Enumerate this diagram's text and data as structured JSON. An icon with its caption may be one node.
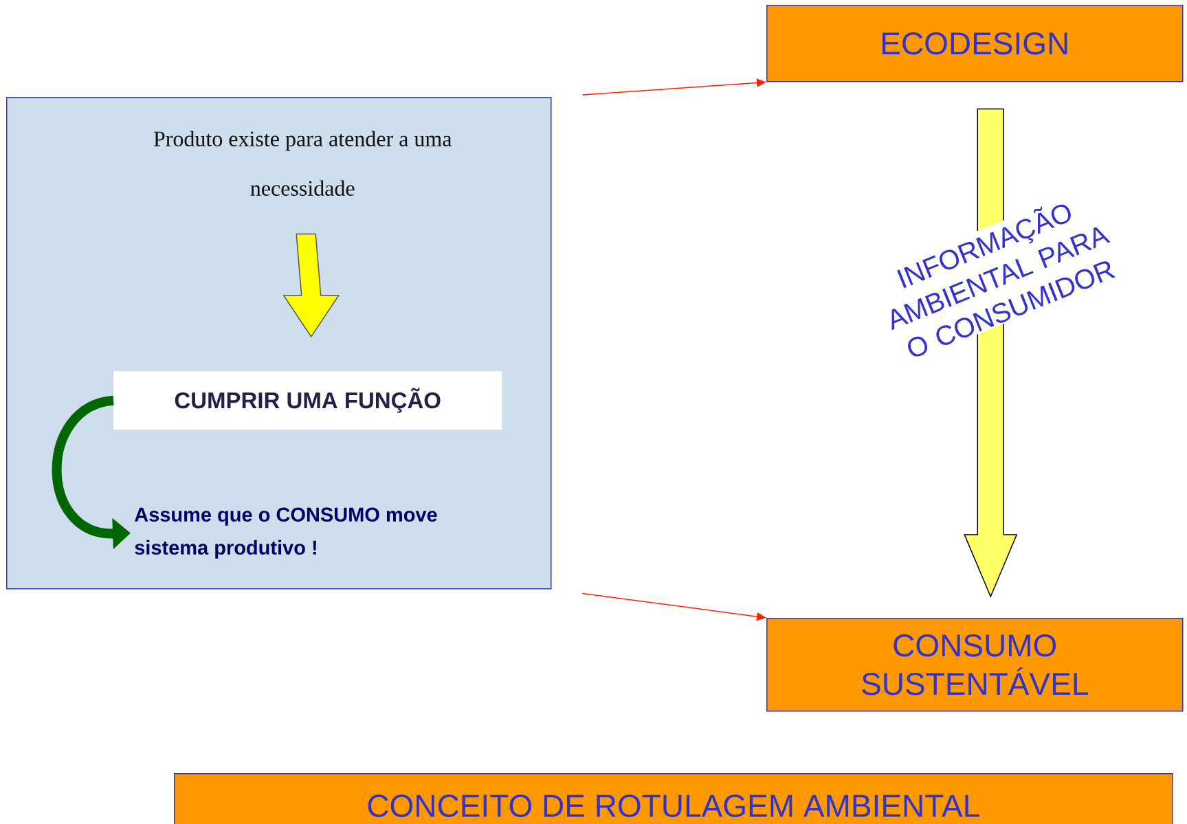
{
  "diagram": {
    "nodes": [
      {
        "text": [],
        "shape": "box"
      },
      {
        "text": [
          "Produto existe para atender a uma necessidade"
        ],
        "in": 0
      },
      {
        "text": [
          "CUMPRIR UMA FUNÇÃO"
        ],
        "in": 0
      },
      {
        "text": [
          "Assume que o CONSUMO move sistema produtivo !"
        ],
        "in": 0
      },
      {
        "text": [
          "ECODESIGN"
        ]
      },
      {
        "text": [
          "CONSUMO SUSTENTÁVEL"
        ]
      },
      {
        "text": [
          "CONCEITO DE ROTULAGEM AMBIENTAL"
        ]
      }
    ],
    "edges": [
      {
        "from": 1,
        "to": 2,
        "arrow": "to",
        "style": "thick",
        "color": "#ffff00"
      },
      {
        "from": 2,
        "to": 3,
        "arrow": "to",
        "style": "thick",
        "color": "#006600"
      },
      {
        "from": 0,
        "to": 4,
        "arrow": "to",
        "color": "#ff2200"
      },
      {
        "from": 0,
        "to": 5,
        "arrow": "to",
        "color": "#ff2200"
      },
      {
        "from": 4,
        "to": 5,
        "arrow": "to",
        "style": "thick",
        "color": "#ffff66",
        "label": "INFORMAÇÃO AMBIENTAL PARA O CONSUMIDOR"
      }
    ]
  }
}
